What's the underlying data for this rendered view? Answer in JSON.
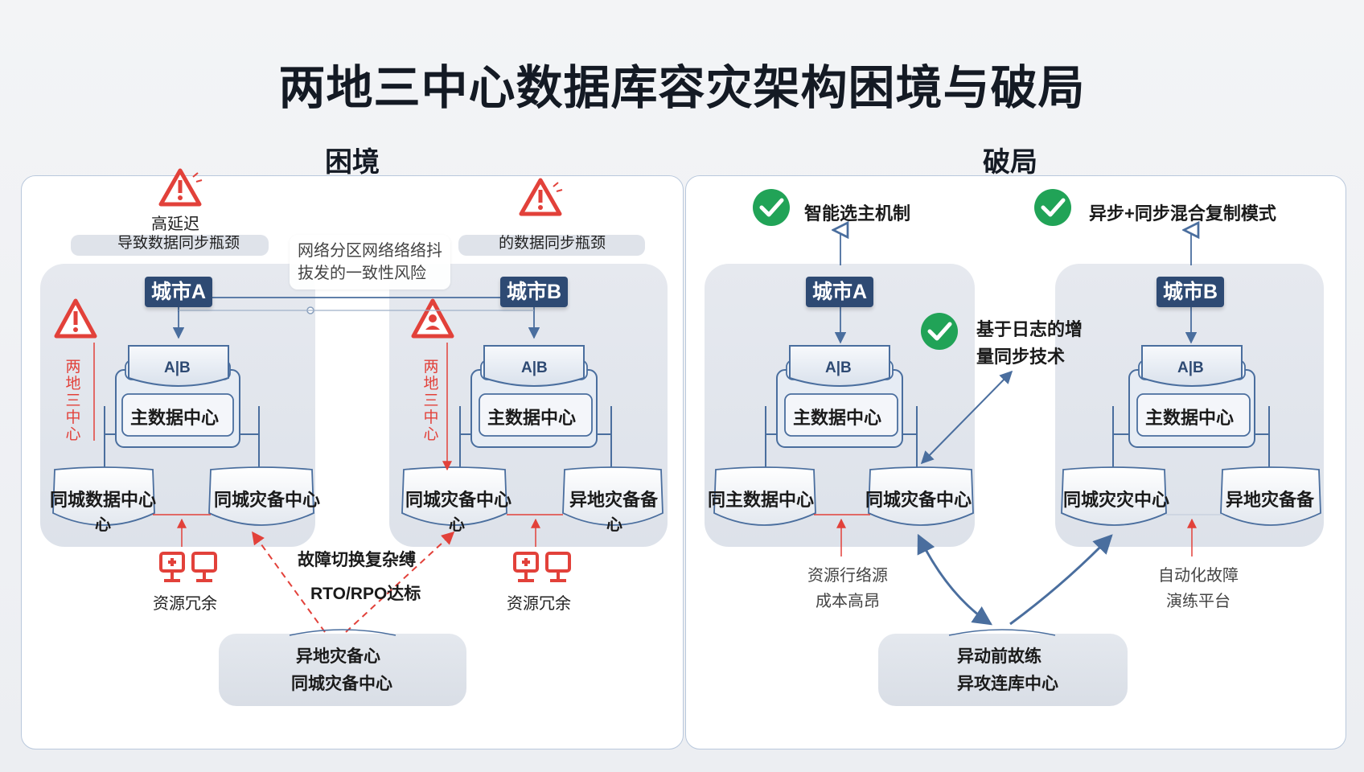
{
  "title": "两地三中心数据库容灾架构困境与破局",
  "left": {
    "heading": "困境",
    "warn_top_left": {
      "line1": "高延迟",
      "line2": "导致数据同步瓶颈"
    },
    "warn_top_right": {
      "line1": "",
      "line2": "的数据同步瓶颈"
    },
    "bubble": {
      "line1": "网络分区网络络络抖",
      "line2": "抜发的一致性风险"
    },
    "city_a": "城市A",
    "city_b": "城市B",
    "side_label_a": "两地三中心",
    "side_label_b": "两地三中心",
    "db_a_tag": "A|B",
    "db_b_tag": "A|B",
    "main_a": "主数据中心",
    "main_b": "主数据中心",
    "sub_a1": {
      "line1": "同城数据中心",
      "line2": "心"
    },
    "sub_a2": {
      "line1": "同城灾备中心",
      "line2": ""
    },
    "sub_b1": {
      "line1": "同城灾备中心",
      "line2": "心"
    },
    "sub_b2": {
      "line1": "异地灾备备",
      "line2": "心"
    },
    "res_a": "资源冗余",
    "res_b": "资源冗余",
    "center_note": {
      "line1": "故障切换复杂缚",
      "line2": "RTO/RPO达标"
    },
    "bottom": {
      "line1": "异地灾备心",
      "line2": "同城灾备中心"
    }
  },
  "right": {
    "heading": "破局",
    "feature1": "智能选主机制",
    "feature2": "异步+同步混合复制模式",
    "feature3": {
      "line1": "基于日志的增",
      "line2": "量同步技术"
    },
    "city_a": "城市A",
    "city_b": "城市B",
    "db_a_tag": "A|B",
    "db_b_tag": "A|B",
    "main_a": "主数据中心",
    "main_b": "主数据中心",
    "sub_a1": "同主数据中心",
    "sub_a2": "同城灾备中心",
    "sub_b1": "同城灾灾中心",
    "sub_b2": "异地灾备备",
    "note_a": {
      "line1": "资源行络源",
      "line2": "成本高昂"
    },
    "note_b": {
      "line1": "自动化故障",
      "line2": "演练平台"
    },
    "bottom": {
      "line1": "异动前故练",
      "line2": "异攻连库中心"
    }
  },
  "colors": {
    "accent_red": "#e2413a",
    "navy": "#2e4a73",
    "line_blue": "#4a6e9e",
    "check_green": "#21a357"
  }
}
